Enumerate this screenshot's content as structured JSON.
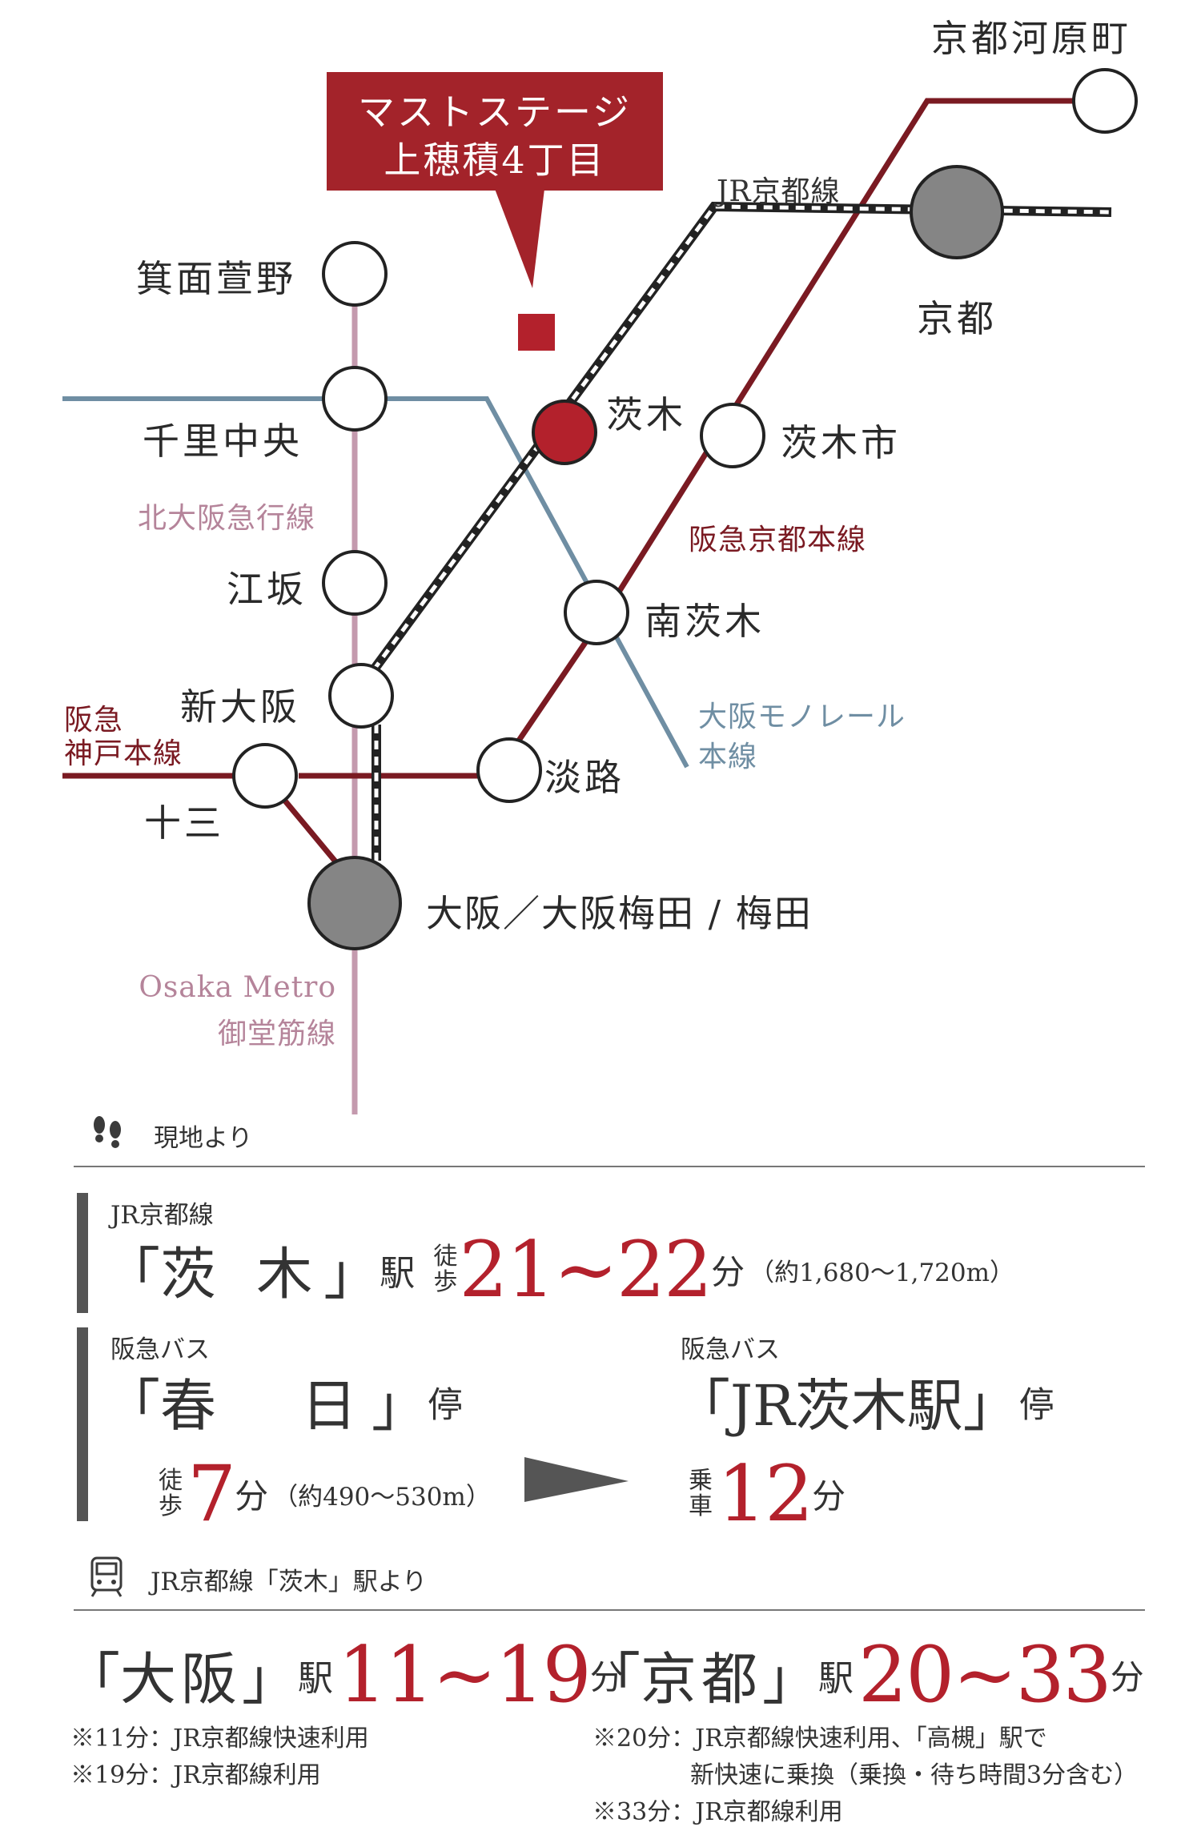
{
  "property": {
    "name_line1": "マストステージ",
    "name_line2": "上穂積4丁目"
  },
  "stations": {
    "kyoto_kawaramachi": "京都河原町",
    "kyoto": "京都",
    "minoh_kayano": "箕面萱野",
    "senri_chuo": "千里中央",
    "ibaraki": "茨木",
    "ibaraki_shi": "茨木市",
    "esaka": "江坂",
    "minami_ibaraki": "南茨木",
    "shin_osaka": "新大阪",
    "awaji": "淡路",
    "juso": "十三",
    "osaka": "大阪／大阪梅田 / 梅田"
  },
  "lines": {
    "jr_kyoto": "JR京都線",
    "hankyu_kyoto": "阪急京都本線",
    "kita_osaka": "北大阪急行線",
    "hankyu_kobe_1": "阪急",
    "hankyu_kobe_2": "神戸本線",
    "monorail_1": "大阪モノレール",
    "monorail_2": "本線",
    "metro_1": "Osaka Metro",
    "metro_2": "御堂筋線"
  },
  "colors": {
    "hankyu": "#7a1a22",
    "jr": "#222222",
    "monorail": "#6f8ea3",
    "midosuji": "#c49aae",
    "accent": "#b3212c",
    "terminal": "#858585"
  },
  "access": {
    "from_site_icon": "footprints-icon",
    "from_site_label": "現地より",
    "jr": {
      "line": "JR京都線",
      "open": "「",
      "station": "茨 木",
      "close": "」",
      "suffix": "駅",
      "walk_1": "徒",
      "walk_2": "歩",
      "time": "21~22",
      "unit": "分",
      "distance": "（約1,680～1,720m）"
    },
    "bus": {
      "company": "阪急バス",
      "open": "「",
      "stop": "春　日",
      "close": "」",
      "suffix": "停",
      "walk_1": "徒",
      "walk_2": "歩",
      "time": "7",
      "unit": "分",
      "distance": "（約490～530m）",
      "arrow_icon": "triangle-arrow-icon",
      "dest_company": "阪急バス",
      "dest_open": "「",
      "dest_stop": "JR茨木駅",
      "dest_close": "」",
      "dest_suffix": "停",
      "ride_1": "乗",
      "ride_2": "車",
      "ride_time": "12",
      "ride_unit": "分"
    },
    "from_station_icon": "train-icon",
    "from_station_label": "JR京都線「茨木」駅より",
    "osaka": {
      "open": "「",
      "name": "大阪",
      "close": "」",
      "suffix": "駅",
      "time": "11~19",
      "unit": "分"
    },
    "kyoto": {
      "open": "「",
      "name": "京都",
      "close": "」",
      "suffix": "駅",
      "time": "20~33",
      "unit": "分"
    },
    "notes_osaka": [
      "※11分：JR京都線快速利用",
      "※19分：JR京都線利用"
    ],
    "notes_kyoto": [
      "※20分：JR京都線快速利用、「高槻」駅で",
      "新快速に乗換（乗換・待ち時間3分含む）",
      "※33分：JR京都線利用"
    ]
  }
}
